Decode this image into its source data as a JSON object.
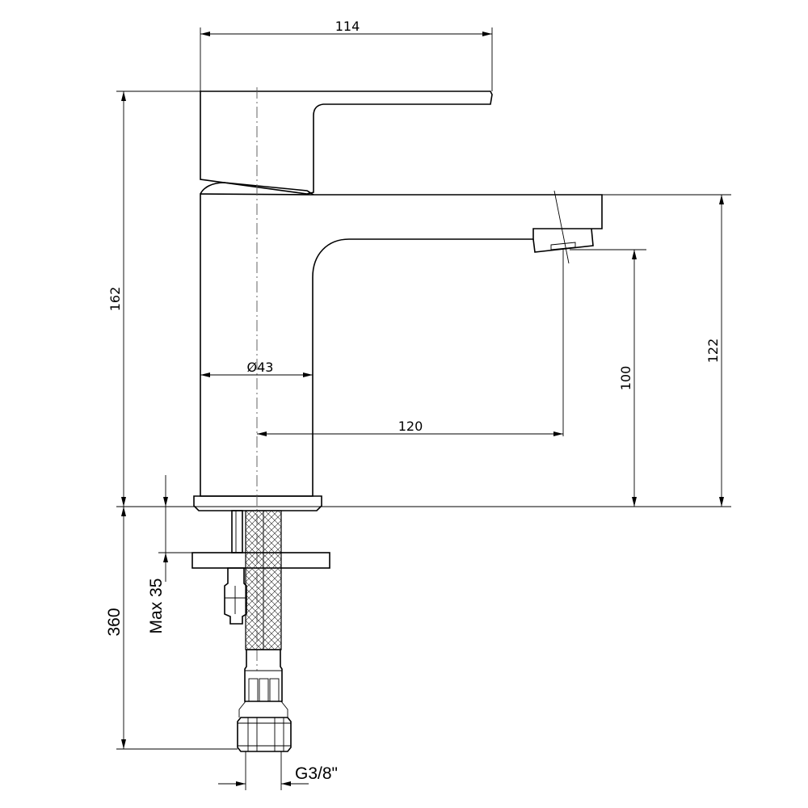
{
  "dimensions": {
    "handle_length": "114",
    "total_height": "162",
    "body_diameter": "Ø43",
    "spout_reach": "120",
    "spout_clearance": "100",
    "spout_height": "122",
    "hose_length": "360",
    "max_deck_thickness": "Max 35",
    "connection_thread": "G3/8\""
  }
}
